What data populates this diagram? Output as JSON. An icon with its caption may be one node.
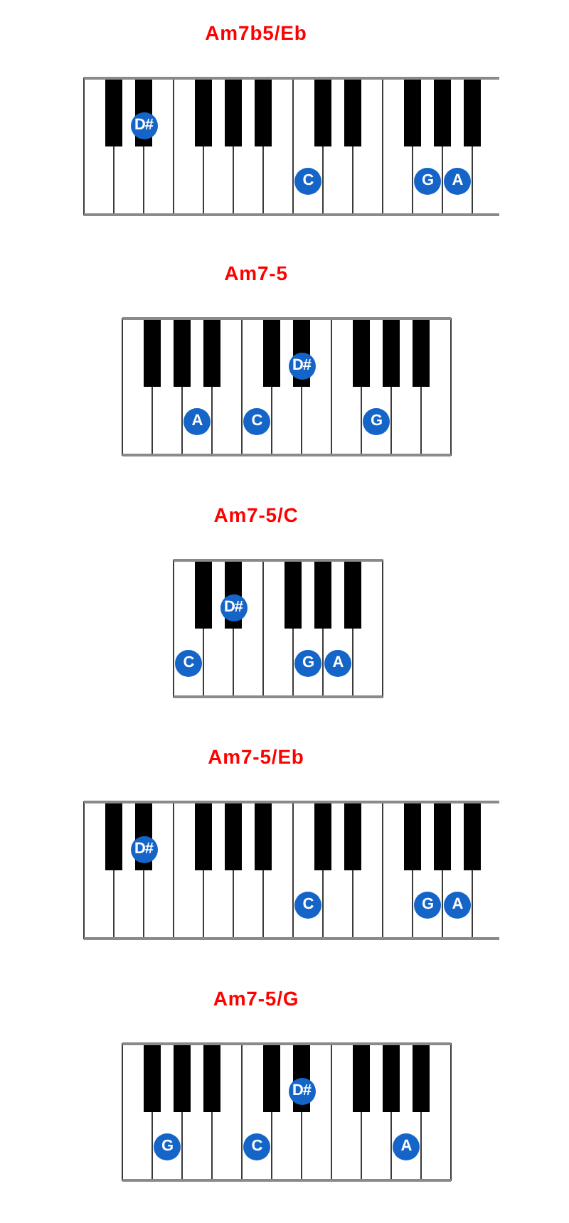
{
  "diagram": {
    "nodes": [
      {
        "text": [
          "Am7b5/Eb"
        ]
      },
      {
        "text": [
          "D#"
        ],
        "in": 0
      },
      {
        "text": [
          "C"
        ],
        "in": 0
      },
      {
        "text": [
          "G"
        ],
        "in": 0
      },
      {
        "text": [
          "A"
        ],
        "in": 0
      },
      {
        "text": [
          "Am7-5"
        ]
      },
      {
        "text": [
          "A"
        ],
        "in": 5
      },
      {
        "text": [
          "C"
        ],
        "in": 5
      },
      {
        "text": [
          "D#"
        ],
        "in": 5
      },
      {
        "text": [
          "G"
        ],
        "in": 5
      },
      {
        "text": [
          "Am7-5/C"
        ]
      },
      {
        "text": [
          "C"
        ],
        "in": 10
      },
      {
        "text": [
          "D#"
        ],
        "in": 10
      },
      {
        "text": [
          "G"
        ],
        "in": 10
      },
      {
        "text": [
          "A"
        ],
        "in": 10
      },
      {
        "text": [
          "Am7-5/Eb"
        ]
      },
      {
        "text": [
          "D#"
        ],
        "in": 15
      },
      {
        "text": [
          "C"
        ],
        "in": 15
      },
      {
        "text": [
          "G"
        ],
        "in": 15
      },
      {
        "text": [
          "A"
        ],
        "in": 15
      },
      {
        "text": [
          "Am7-5/G"
        ]
      },
      {
        "text": [
          "G"
        ],
        "in": 20
      },
      {
        "text": [
          "C"
        ],
        "in": 20
      },
      {
        "text": [
          "D#"
        ],
        "in": 20
      },
      {
        "text": [
          "A"
        ],
        "in": 20
      }
    ]
  }
}
